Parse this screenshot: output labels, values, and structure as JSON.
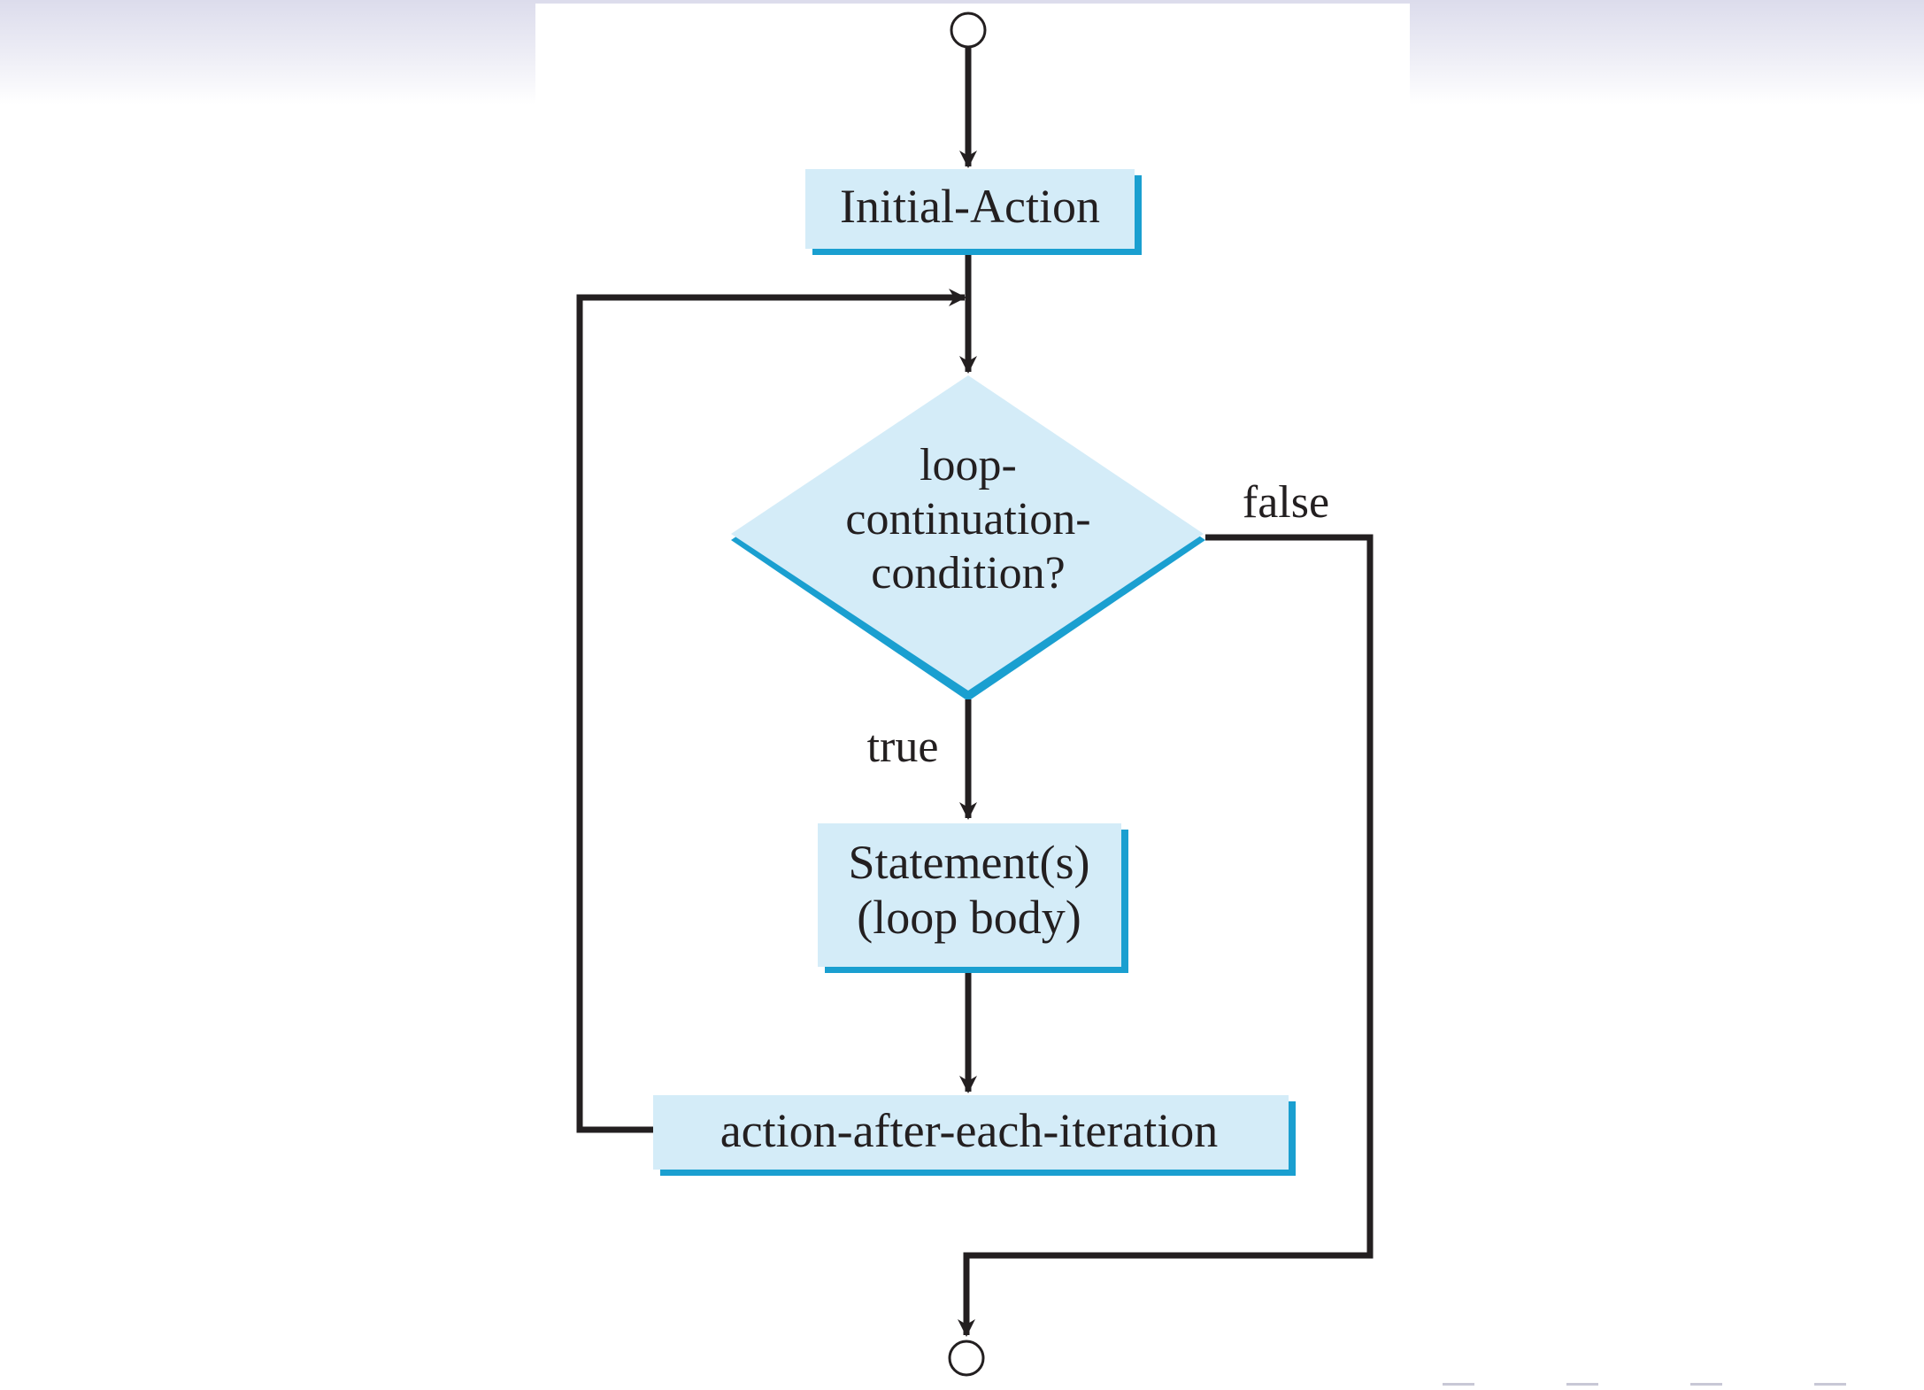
{
  "diagram": {
    "nodes": {
      "start": {
        "type": "terminal",
        "shape": "circle"
      },
      "initial_action": {
        "type": "process",
        "label": "Initial-Action"
      },
      "condition": {
        "type": "decision",
        "lines": [
          "loop-",
          "continuation-",
          "condition?"
        ]
      },
      "body": {
        "type": "process",
        "lines": [
          "Statement(s)",
          "(loop body)"
        ]
      },
      "update": {
        "type": "process",
        "label": "action-after-each-iteration"
      },
      "end": {
        "type": "terminal",
        "shape": "circle"
      }
    },
    "edges": [
      {
        "from": "start",
        "to": "initial_action"
      },
      {
        "from": "initial_action",
        "to": "condition"
      },
      {
        "from": "condition",
        "to": "body",
        "label": "true"
      },
      {
        "from": "body",
        "to": "update"
      },
      {
        "from": "update",
        "to": "condition"
      },
      {
        "from": "condition",
        "to": "end",
        "label": "false"
      }
    ],
    "edge_labels": {
      "true": "true",
      "false": "false"
    },
    "colors": {
      "box_fill": "#d4ecf8",
      "box_shadow": "#1a9fd0",
      "line": "#231f20",
      "text": "#231f20"
    }
  }
}
